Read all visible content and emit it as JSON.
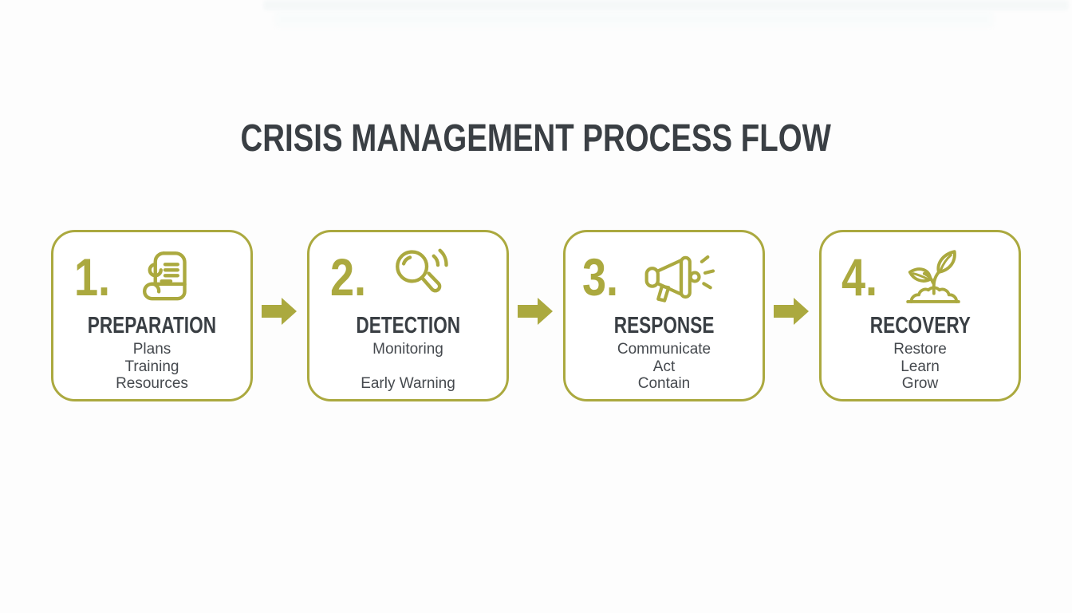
{
  "page": {
    "title": "CRISIS MANAGEMENT PROCESS FLOW"
  },
  "theme": {
    "accent_color": "#aba93f",
    "title_color": "#3a3f44",
    "body_text_color": "#45494e",
    "background_color": "#fdfdfd"
  },
  "steps": [
    {
      "number": "1.",
      "icon": "scroll-icon",
      "title": "PREPARATION",
      "items": [
        "Plans",
        "Training",
        "Resources"
      ]
    },
    {
      "number": "2.",
      "icon": "magnifying-glass-signal-icon",
      "title": "DETECTION",
      "items": [
        "Monitoring",
        "",
        "Early Warning"
      ]
    },
    {
      "number": "3.",
      "icon": "megaphone-icon",
      "title": "RESPONSE",
      "items": [
        "Communicate",
        "Act",
        "Contain"
      ]
    },
    {
      "number": "4.",
      "icon": "sprout-growth-icon",
      "title": "RECOVERY",
      "items": [
        "Restore",
        "Learn",
        "Grow"
      ]
    }
  ],
  "connectors": [
    {
      "icon": "arrow-right-icon"
    },
    {
      "icon": "arrow-right-icon"
    },
    {
      "icon": "arrow-right-icon"
    }
  ]
}
